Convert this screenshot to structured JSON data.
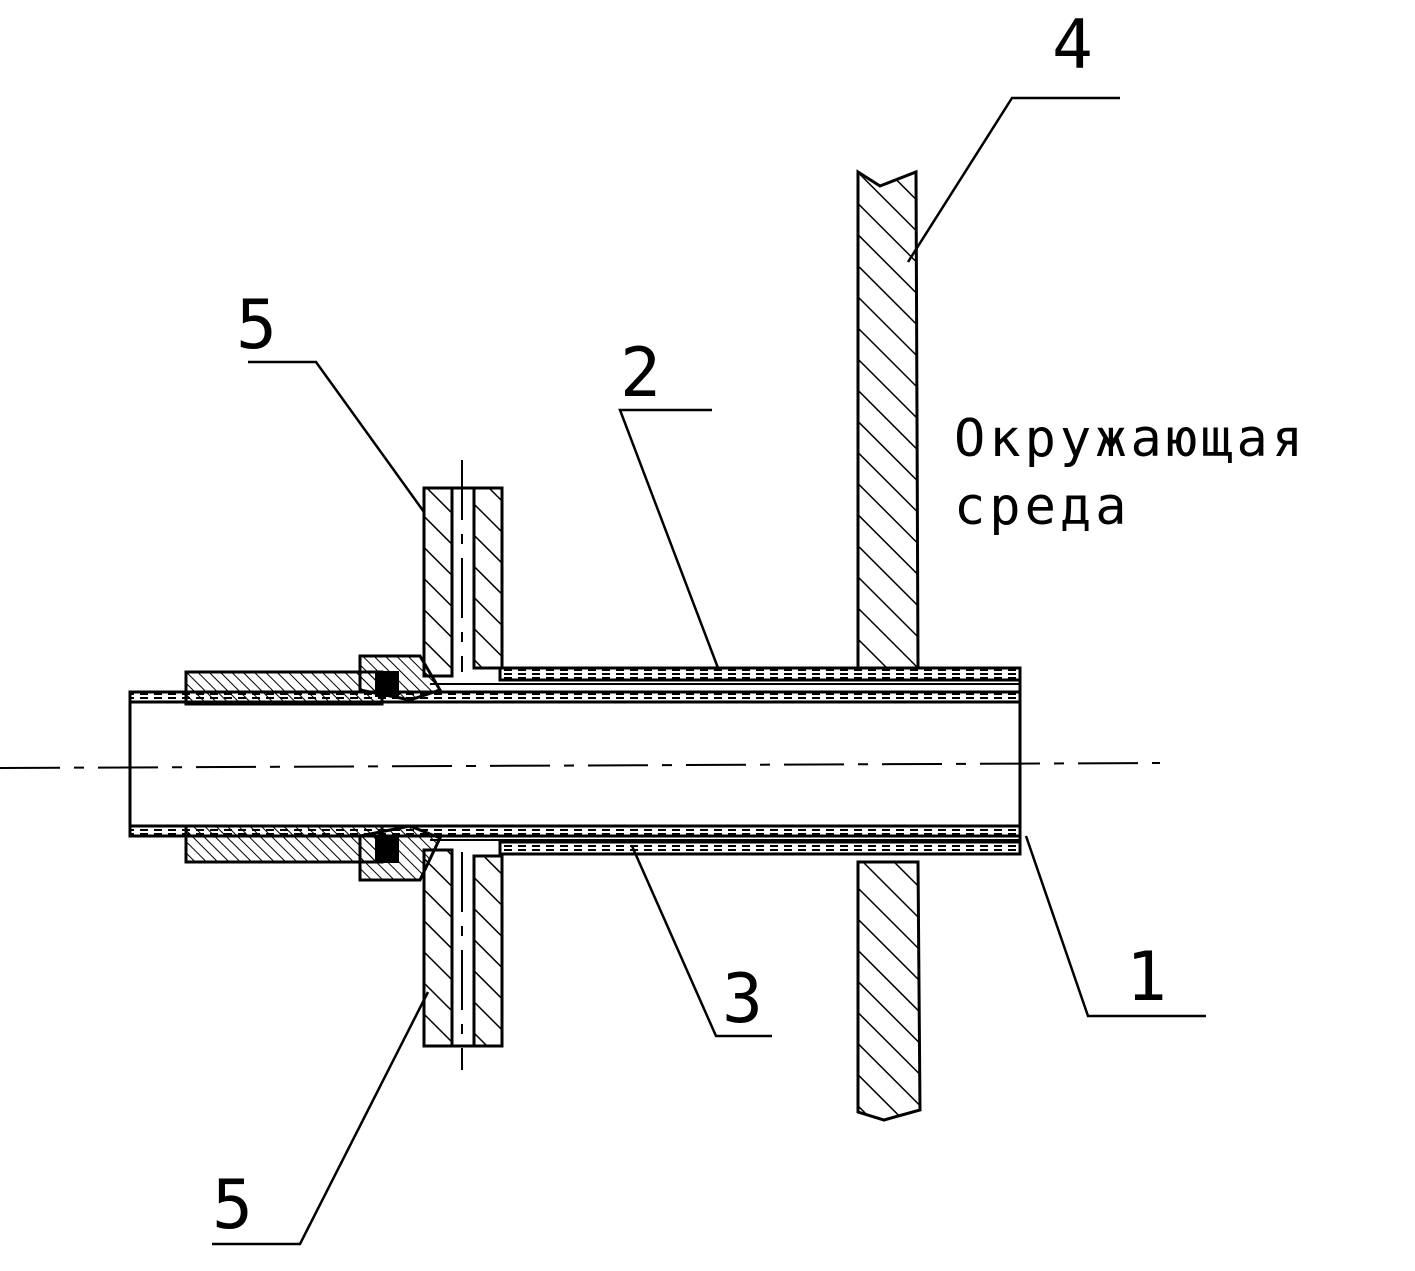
{
  "callouts": {
    "c1": "1",
    "c2": "2",
    "c3": "3",
    "c4": "4",
    "c5_top": "5",
    "c5_bottom": "5"
  },
  "environment_label": {
    "line1": "Окружающая",
    "line2": "среда"
  },
  "colors": {
    "ink": "#000000",
    "paper": "#ffffff"
  }
}
